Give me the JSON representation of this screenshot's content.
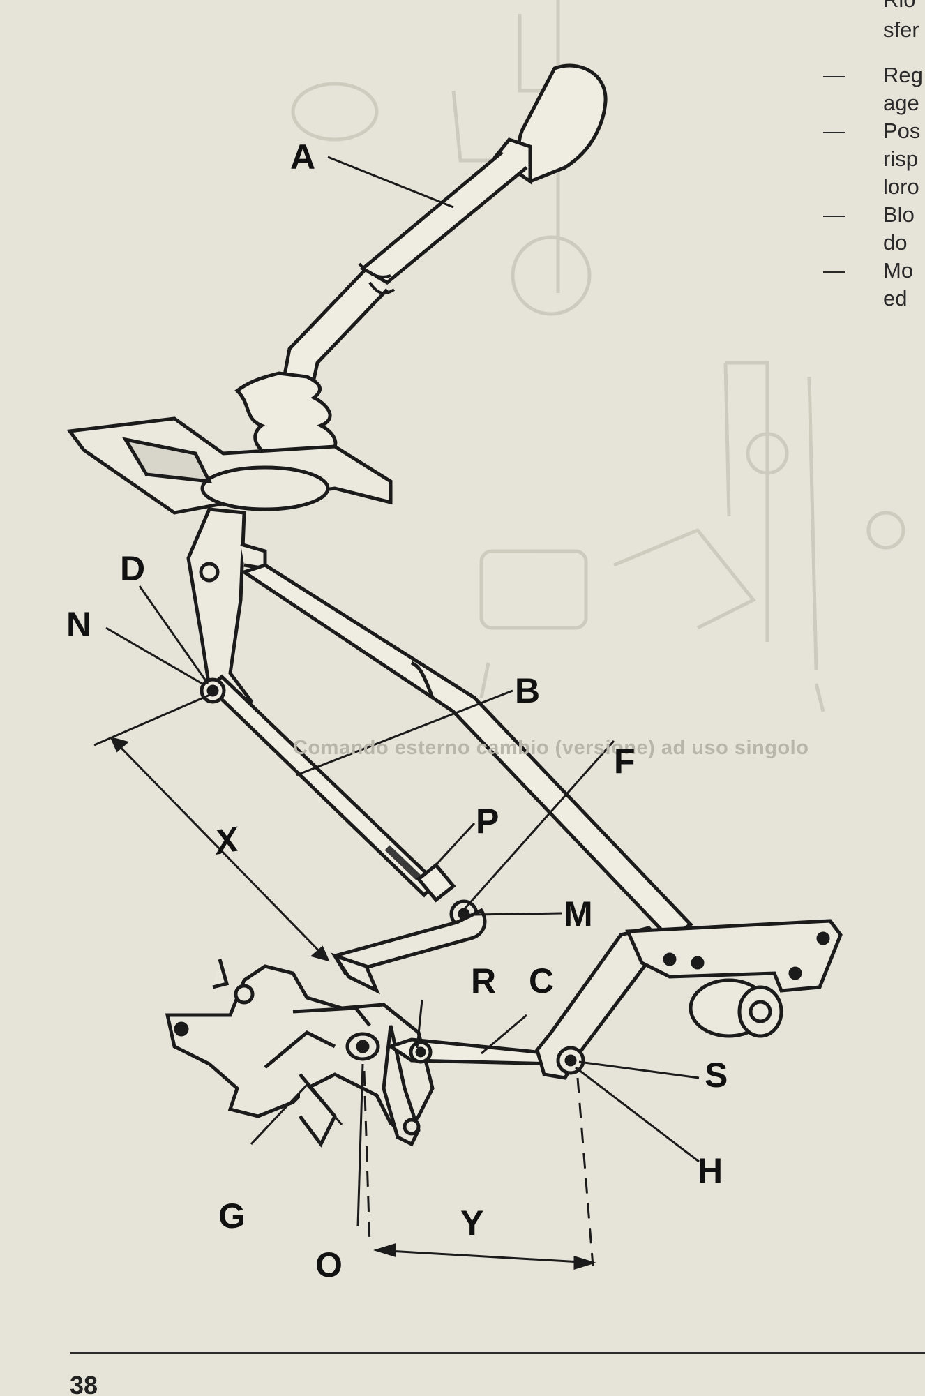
{
  "right_column": {
    "lines": [
      {
        "dash": "",
        "text": "Rio"
      },
      {
        "dash": "",
        "text": "sfer"
      },
      {
        "dash": "—",
        "text": "Reg"
      },
      {
        "dash": "",
        "text": "age"
      },
      {
        "dash": "—",
        "text": "Pos"
      },
      {
        "dash": "",
        "text": "risp"
      },
      {
        "dash": "",
        "text": "loro"
      },
      {
        "dash": "—",
        "text": "Blo"
      },
      {
        "dash": "",
        "text": "do"
      },
      {
        "dash": "—",
        "text": "Mo"
      },
      {
        "dash": "",
        "text": "ed"
      }
    ]
  },
  "bleed_through_caption": "Comando esterno cambio (versione) ad uso singolo",
  "callouts": {
    "A": "A",
    "B": "B",
    "C": "C",
    "D": "D",
    "F": "F",
    "G": "G",
    "H": "H",
    "M": "M",
    "N": "N",
    "O": "O",
    "P": "P",
    "R": "R",
    "S": "S",
    "X": "X",
    "Y": "Y"
  },
  "page_number": "38",
  "colors": {
    "paper": "#e6e3d8",
    "ink": "#1b1b1b",
    "ghost": "#c9c6bb"
  }
}
